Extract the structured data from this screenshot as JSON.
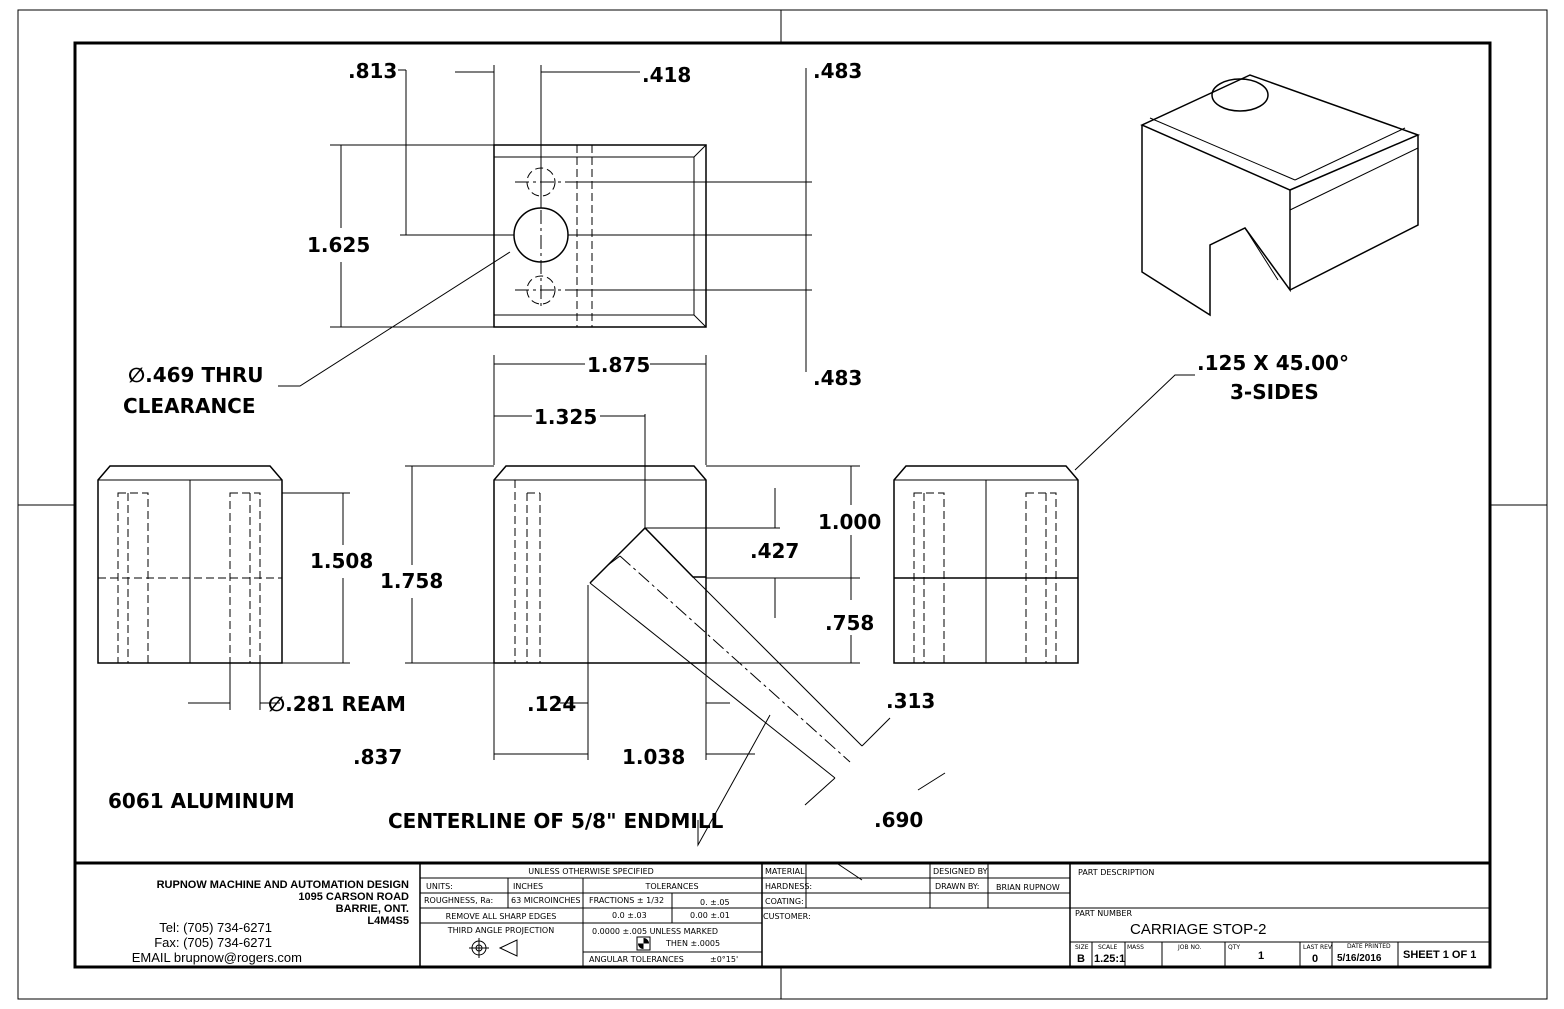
{
  "dimensions": {
    "d813": ".813",
    "d418": ".418",
    "d483_top": ".483",
    "d483_bottom": ".483",
    "d1625": "1.625",
    "hole_note_1": "∅.469 THRU",
    "hole_note_2": "CLEARANCE",
    "d1875": "1.875",
    "d1325": "1.325",
    "d1508": "1.508",
    "d1758": "1.758",
    "d1000": "1.000",
    "d427": ".427",
    "d758": ".758",
    "ream": "∅.281 REAM",
    "d124": ".124",
    "d837": ".837",
    "d1038": "1.038",
    "d313": ".313",
    "d690": ".690",
    "chamfer_1": ".125 X 45.00°",
    "chamfer_2": "3-SIDES",
    "material_note": "6061 ALUMINUM",
    "centerline_note": "CENTERLINE OF 5/8\" ENDMILL"
  },
  "company": {
    "name": "RUPNOW MACHINE AND AUTOMATION DESIGN",
    "address": "1095 CARSON ROAD",
    "city": "BARRIE, ONT.",
    "postal": "L4M4S5",
    "tel": "Tel: (705) 734-6271",
    "fax": "Fax: (705) 734-6271",
    "email": "EMAIL brupnow@rogers.com"
  },
  "spec": {
    "header": "UNLESS OTHERWISE SPECIFIED",
    "units_label": "UNITS:",
    "units": "INCHES",
    "roughness_label": "ROUGHNESS, Ra:",
    "roughness": "63 MICROINCHES",
    "edges": "REMOVE ALL SHARP EDGES",
    "projection": "THIRD ANGLE PROJECTION",
    "tolerances": "TOLERANCES",
    "fractions": "FRACTIONS ± 1/32",
    "tol0": "0.    ±.05",
    "tol1": "0.0    ±.03",
    "tol2": "0.00    ±.01",
    "tol4": "0.0000    ±.005 UNLESS MARKED",
    "then": "THEN  ±.0005",
    "angular": "ANGULAR TOLERANCES",
    "angular_val": "±0°15'"
  },
  "info": {
    "material": "MATERIAL:",
    "hardness": "HARDNESS:",
    "coating": "COATING:",
    "customer": "CUSTOMER:",
    "designed_by": "DESIGNED BY:",
    "drawn_by": "DRAWN BY:",
    "drawn_by_value": "BRIAN RUPNOW"
  },
  "part": {
    "desc_label": "PART DESCRIPTION",
    "number_label": "PART NUMBER",
    "number": "CARRIAGE STOP-2",
    "size_label": "SIZE",
    "size": "B",
    "scale_label": "SCALE",
    "scale": "1.25:1",
    "mass_label": "MASS",
    "job_label": "JOB NO.",
    "qty_label": "QTY",
    "qty": "1",
    "rev_label": "LAST REV",
    "rev": "0",
    "date_label": "DATE PRINTED",
    "date": "5/16/2016",
    "sheet": "SHEET 1 OF 1"
  }
}
